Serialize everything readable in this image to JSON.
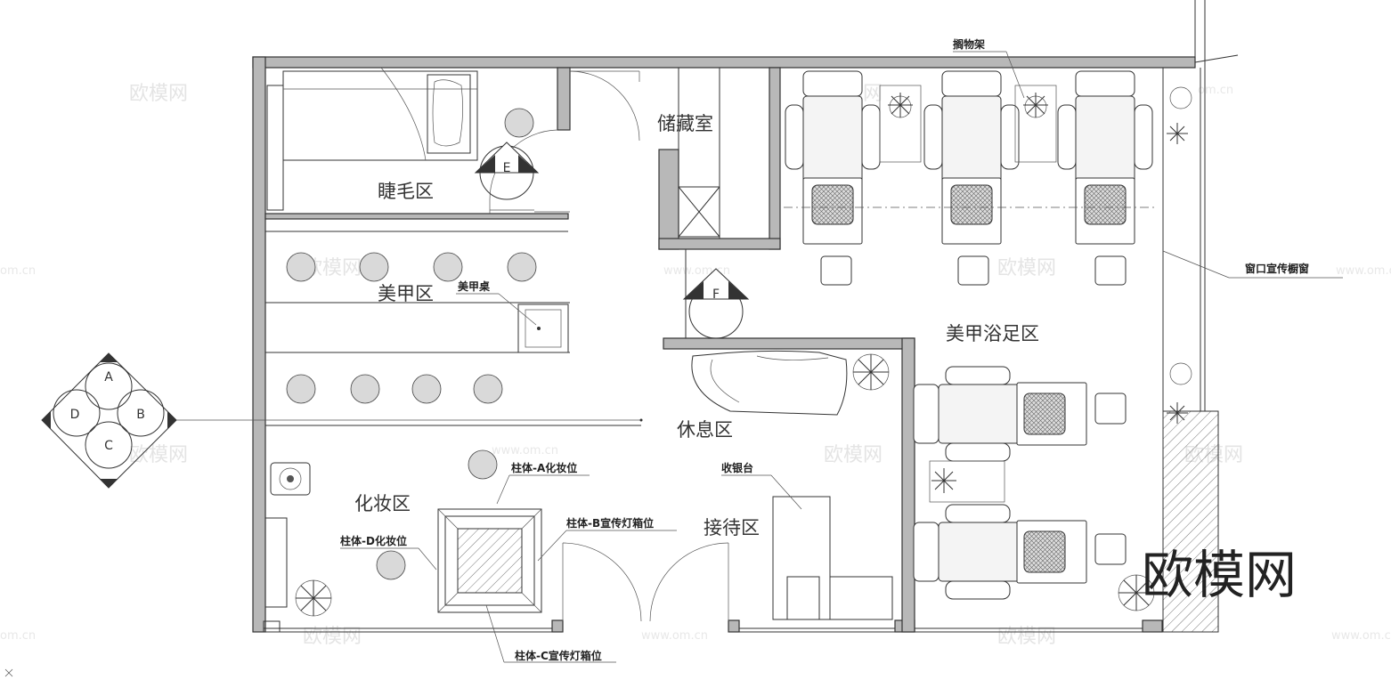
{
  "rooms": {
    "eyelash": "睫毛区",
    "nail": "美甲区",
    "storage": "储藏室",
    "nail_foot": "美甲浴足区",
    "rest": "休息区",
    "makeup": "化妆区",
    "reception": "接待区"
  },
  "labels": {
    "shelf": "搁物架",
    "window_display": "窗口宣传橱窗",
    "nail_table": "美甲桌",
    "cashier": "收银台",
    "column_a": "柱体-A化妆位",
    "column_b": "柱体-B宣传灯箱位",
    "column_d": "柱体-D化妆位",
    "column_c": "柱体-C宣传灯箱位"
  },
  "section_markers": {
    "e": "E",
    "f": "F",
    "compass": [
      "A",
      "B",
      "C",
      "D"
    ]
  },
  "watermark": {
    "brand": "欧模网",
    "site": "www.om.cn",
    "domain_fragment": "om.cn",
    "big": "欧模网"
  }
}
